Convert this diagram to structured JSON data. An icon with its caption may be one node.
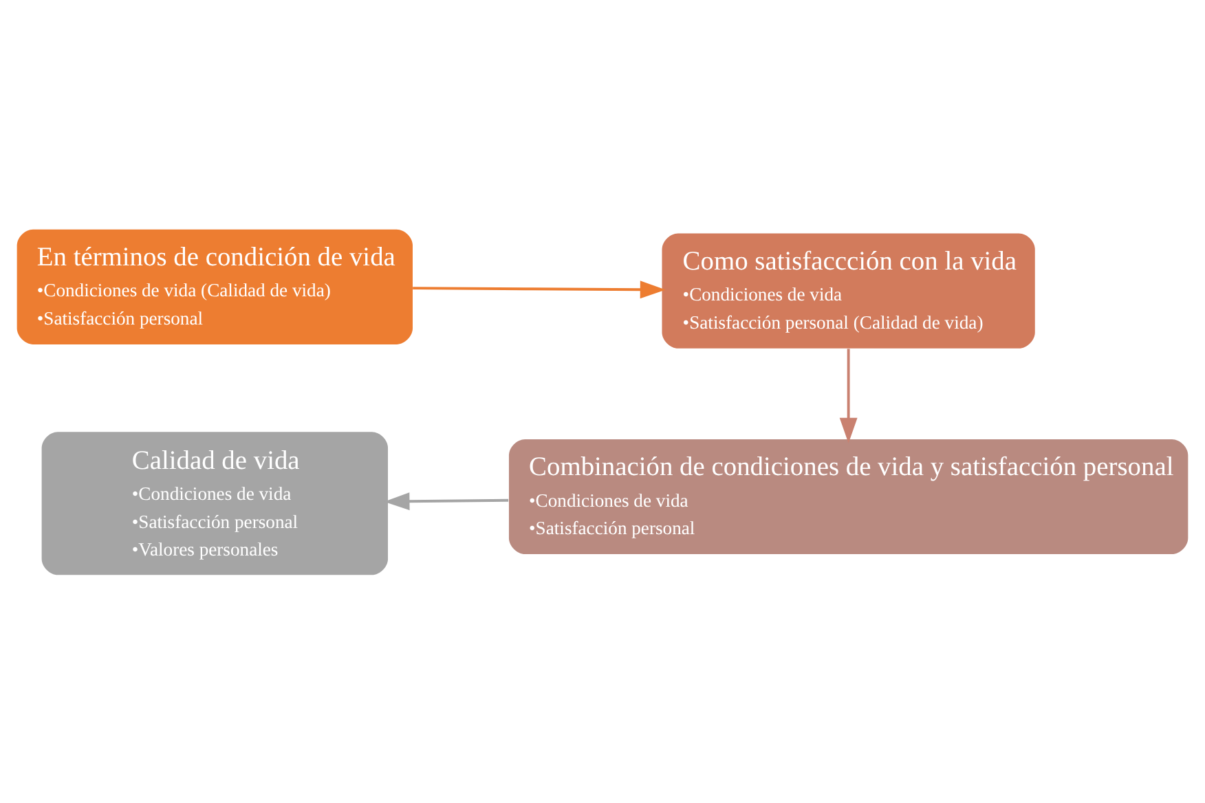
{
  "diagram": {
    "nodes": [
      {
        "text": [
          "En términos de condición de vida",
          "•Condiciones de vida (Calidad de vida)",
          "•Satisfacción personal"
        ]
      },
      {
        "text": [
          "Como satisfaccción con la vida",
          "•Condiciones de vida",
          "•Satisfacción personal (Calidad de vida)"
        ]
      },
      {
        "text": [
          "Combinación de condiciones de vida y satisfacción personal",
          "•Condiciones de vida",
          "•Satisfacción personal"
        ]
      },
      {
        "text": [
          "Calidad de vida",
          "•Condiciones de vida",
          "•Satisfacción personal",
          "•Valores personales"
        ]
      }
    ],
    "edges": [
      {
        "from": 0,
        "to": 1,
        "arrow": "to",
        "color": "#ed7d31"
      },
      {
        "from": 1,
        "to": 2,
        "arrow": "to",
        "color": "#c98170"
      },
      {
        "from": 2,
        "to": 3,
        "arrow": "to",
        "color": "#a5a5a5"
      }
    ]
  }
}
